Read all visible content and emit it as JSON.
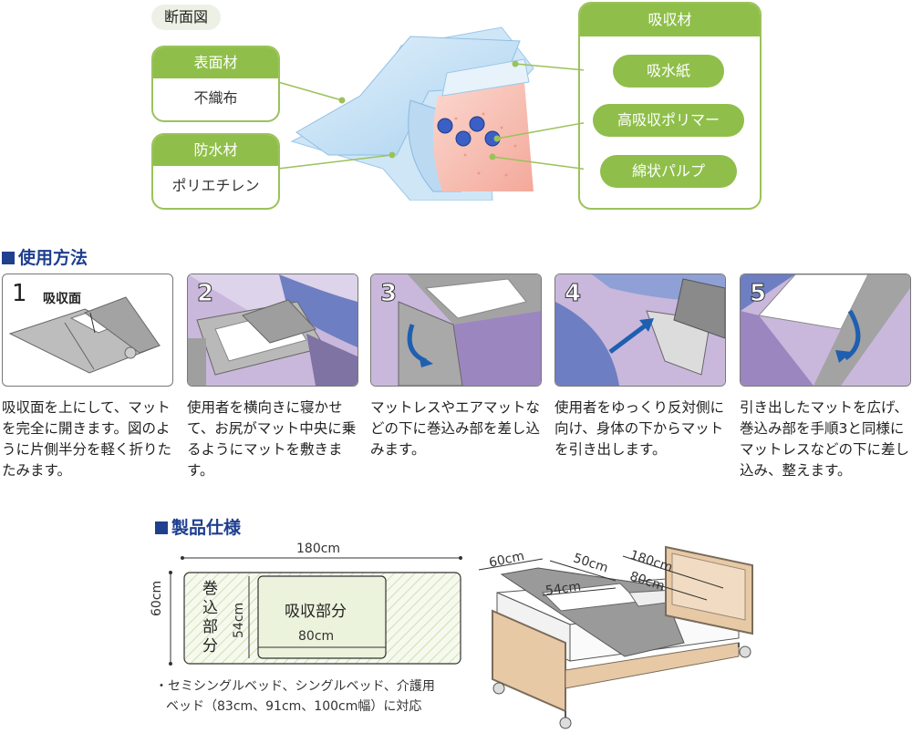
{
  "cross_section": {
    "title": "断面図",
    "surface": {
      "heading": "表面材",
      "value": "不織布"
    },
    "waterproof": {
      "heading": "防水材",
      "value": "ポリエチレン"
    },
    "absorbent": {
      "heading": "吸収材",
      "items": [
        "吸水紙",
        "高吸収ポリマー",
        "綿状パルプ"
      ]
    }
  },
  "usage": {
    "title": "使用方法",
    "steps": [
      {
        "num": "1",
        "label": "吸収面",
        "text": "吸収面を上にして、マットを完全に開きます。図のように片側半分を軽く折りたたみます。"
      },
      {
        "num": "2",
        "text": "使用者を横向きに寝かせて、お尻がマット中央に乗るようにマットを敷きます。"
      },
      {
        "num": "3",
        "text": "マットレスやエアマットなどの下に巻込み部を差し込みます。"
      },
      {
        "num": "4",
        "text": "使用者をゆっくり反対側に向け、身体の下からマットを引き出します。"
      },
      {
        "num": "5",
        "text": "引き出したマットを広げ、巻込み部を手順3と同様にマットレスなどの下に差し込み、整えます。"
      }
    ]
  },
  "spec": {
    "title": "製品仕様",
    "length": "180cm",
    "width": "60cm",
    "fold_label": "巻込部分",
    "absorb_label": "吸収部分",
    "absorb_width": "80cm",
    "absorb_height": "54cm",
    "bed_labels": {
      "w60": "60cm",
      "w50": "50cm",
      "w54": "54cm",
      "l180": "180cm",
      "l80": "80cm"
    },
    "note_line1": "・セミシングルベッド、シングルベッド、介護用",
    "note_line2": "ベッド（83cm、91cm、100cm幅）に対応"
  }
}
